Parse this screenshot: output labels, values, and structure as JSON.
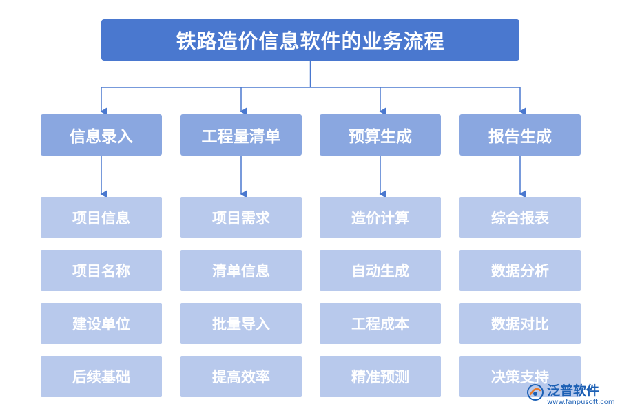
{
  "title": "铁路造价信息软件的业务流程",
  "columns": [
    {
      "header": "信息录入",
      "items": [
        "项目信息",
        "项目名称",
        "建设单位",
        "后续基础"
      ]
    },
    {
      "header": "工程量清单",
      "items": [
        "项目需求",
        "清单信息",
        "批量导入",
        "提高效率"
      ]
    },
    {
      "header": "预算生成",
      "items": [
        "造价计算",
        "自动生成",
        "工程成本",
        "精准预测"
      ]
    },
    {
      "header": "报告生成",
      "items": [
        "综合报表",
        "数据分析",
        "数据对比",
        "决策支持"
      ]
    }
  ],
  "watermark": {
    "name": "泛普软件",
    "url": "www.fanpusoft.com"
  },
  "colors": {
    "title_bg": "#4a78cf",
    "header_bg": "#8aa7e0",
    "item_bg": "#b8c9ec",
    "connector": "#4a78cf",
    "logo": "#1b5fb4"
  }
}
